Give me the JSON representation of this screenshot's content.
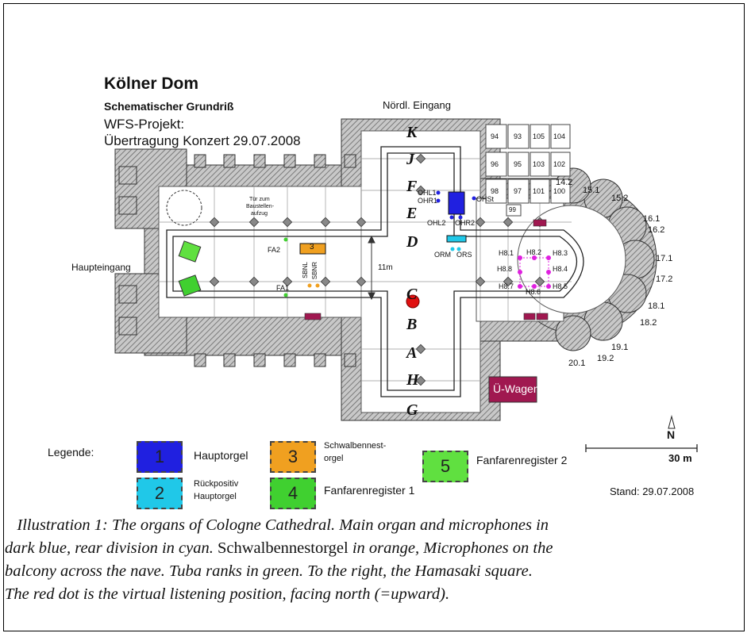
{
  "title": "Kölner Dom",
  "subtitle": "Schematischer Grundriß",
  "project": "WFS-Projekt:",
  "event": "Übertragung Konzert 29.07.2008",
  "labels": {
    "north_entrance": "Nördl. Eingang",
    "main_entrance": "Haupteingang",
    "door_note": [
      "Tür zum",
      "Baustellen-",
      "aufzug"
    ],
    "distance": "11m",
    "scale": "30 m",
    "north": "N",
    "ob_van": "Ü-Wagen",
    "stand": "Stand: 29.07.2008"
  },
  "axes": [
    "K",
    "J",
    "F",
    "E",
    "D",
    "C",
    "B",
    "A",
    "H",
    "G"
  ],
  "mics": {
    "ohl1": "OHL1",
    "ohr1": "OHR1",
    "ohst": "OHSt",
    "ohl2": "OHL2",
    "ohr2": "OHR2",
    "orm": "ORM",
    "ors": "ORS",
    "fa1": "FA1",
    "fa2": "FA2",
    "sbnl": "SBNL",
    "sbnr": "SBNR",
    "h81": "H8.1",
    "h82": "H8.2",
    "h83": "H8.3",
    "h84": "H8.4",
    "h85": "H8.5",
    "h86": "H8.6",
    "h87": "H8.7",
    "h88": "H8.8"
  },
  "chapels": [
    "14.2",
    "15.1",
    "15.2",
    "16.1",
    "16.2",
    "17.1",
    "17.2",
    "18.1",
    "18.2",
    "19.1",
    "19.2",
    "20.1"
  ],
  "rooms": [
    "94",
    "93",
    "105",
    "104",
    "96",
    "95",
    "103",
    "102",
    "98",
    "97",
    "101",
    "100",
    "99"
  ],
  "legend": {
    "heading": "Legende:",
    "items": [
      {
        "num": "1",
        "label": "Hauptorgel",
        "color": "#2020e0"
      },
      {
        "num": "2",
        "label_lines": [
          "Rückpositiv",
          "Hauptorgel"
        ],
        "color": "#20c8e8"
      },
      {
        "num": "3",
        "label_lines": [
          "Schwalbennest-",
          "orgel"
        ],
        "color": "#f0a020"
      },
      {
        "num": "4",
        "label": "Fanfarenregister 1",
        "color": "#40d030"
      },
      {
        "num": "5",
        "label": "Fanfarenregister 2",
        "color": "#60e040"
      }
    ]
  },
  "caption": {
    "line1": "Illustration 1: The organs of Cologne Cathedral. Main organ and microphones in",
    "line2": "dark blue, rear division in cyan.",
    "schwalben": "Schwalbennestorgel",
    "line2b": "in orange, Microphones on the",
    "line3": "balcony across the nave. Tuba ranks in green. To the right, the Hamasaki square.",
    "line4": "The red dot is the virtual listening position, facing north (=upward)."
  }
}
